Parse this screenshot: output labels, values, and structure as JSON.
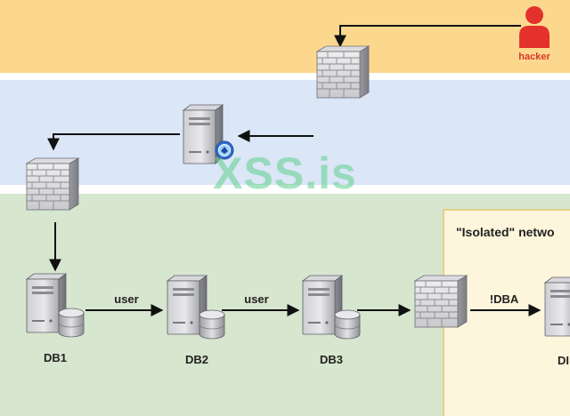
{
  "labels": {
    "hacker": "hacker",
    "isolated_network": "\"Isolated\" netwo",
    "edge_db1_db2": "user",
    "edge_db2_db3": "user",
    "edge_fw_db4": "!DBA",
    "db1": "DB1",
    "db2": "DB2",
    "db3": "DB3",
    "db4": "DI"
  },
  "watermark": "XSS.is",
  "colors": {
    "zone_internet": "#fcd88f",
    "zone_dmz": "#dbe6f7",
    "zone_internal": "#d7e6cf",
    "zone_isolated": "#fdf6dc",
    "isolated_border": "#e5c66b",
    "hacker": "#e4312b",
    "hacker_text": "#d9362b",
    "watermark": "#5fce8c",
    "arrow": "#111111"
  },
  "icons": {
    "hacker": "person-icon",
    "firewall": "brick-wall-icon",
    "server": "server-icon",
    "database": "database-icon",
    "proxy_badge": "shield-badge-icon"
  }
}
